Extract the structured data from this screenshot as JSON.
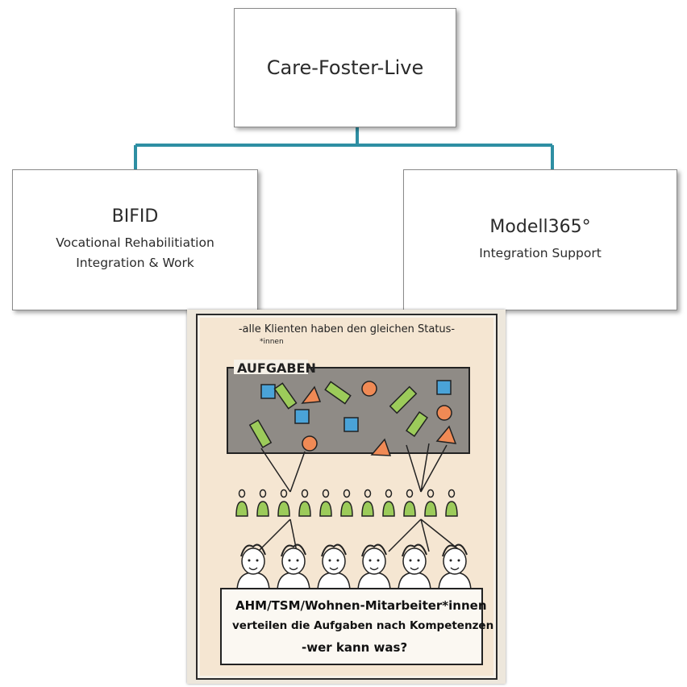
{
  "org_chart": {
    "root": {
      "title": "Care-Foster-Live"
    },
    "children": [
      {
        "title": "BIFID",
        "lines": [
          "Vocational Rehabilitiation",
          "Integration & Work"
        ]
      },
      {
        "title": "Modell365°",
        "lines": [
          "Integration Support"
        ]
      }
    ],
    "connector_color": "#2e8fa3"
  },
  "poster": {
    "headline": "-alle Klienten haben den gleichen Status-",
    "headline_note": "*innen",
    "section_label": "AUFGABEN",
    "caption_lines": [
      "AHM/TSM/Wohnen-Mitarbeiter*innen",
      "verteilen die Aufgaben nach Kompetenzen",
      "-wer kann was?"
    ],
    "task_shape_colors": {
      "blue": "#4aa3d8",
      "green": "#9ccb5a",
      "orange": "#f08a55",
      "board": "#8f8b86"
    },
    "figure_count": 11,
    "people_count": 6
  }
}
